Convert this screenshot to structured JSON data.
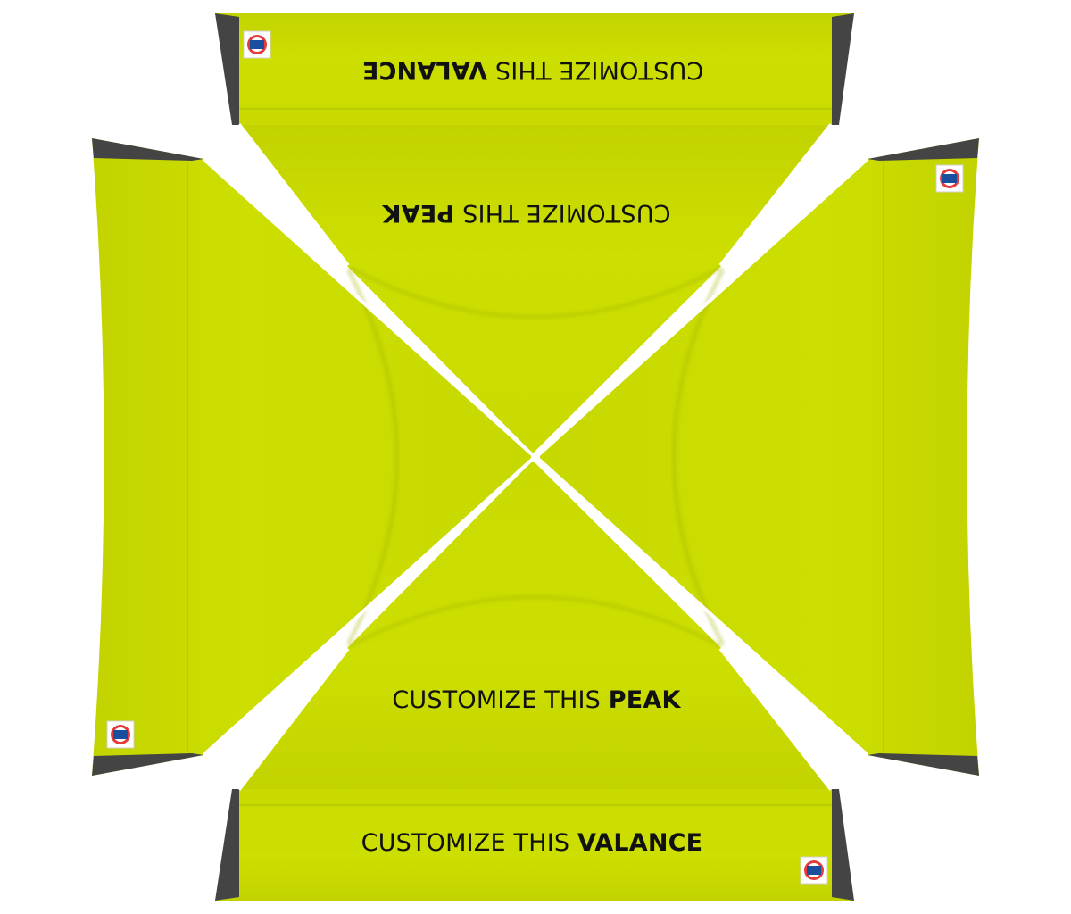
{
  "panels": {
    "top_valance": {
      "prefix": "CUSTOMIZE THIS ",
      "emphasis": "VALANCE",
      "mirrored": true
    },
    "top_peak": {
      "prefix": "CUSTOMIZE THIS ",
      "emphasis": "PEAK",
      "mirrored": true
    },
    "bottom_peak": {
      "prefix": "CUSTOMIZE THIS ",
      "emphasis": "PEAK",
      "mirrored": false
    },
    "bottom_valance": {
      "prefix": "CUSTOMIZE THIS ",
      "emphasis": "VALANCE",
      "mirrored": false
    }
  },
  "brand_badge": {
    "icon": "ezup-logo-icon",
    "count": 4
  },
  "colors": {
    "fabric": "#cddf00",
    "fabric_shade": "#bccc00",
    "trim": "#444444",
    "seam": "#ffffff"
  }
}
